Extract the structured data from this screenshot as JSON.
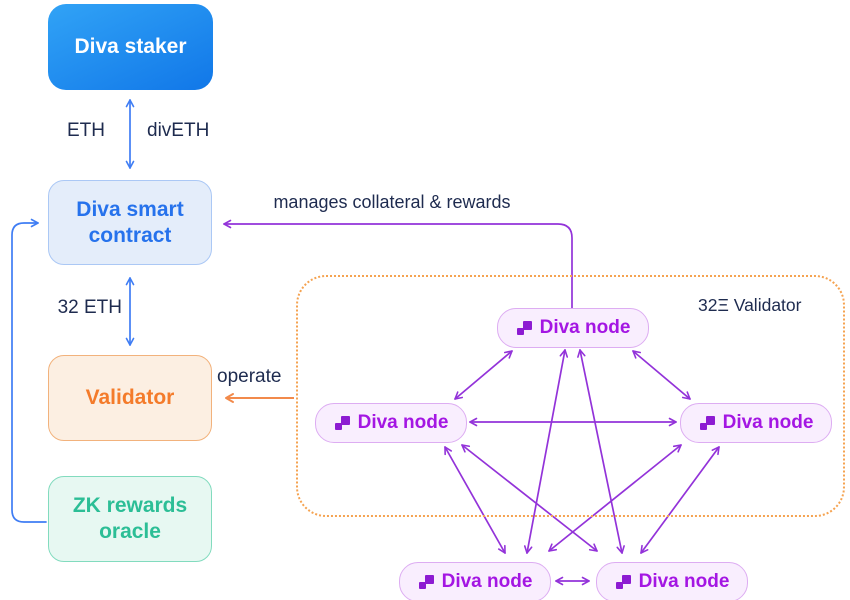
{
  "title": "Diva staking architecture diagram",
  "colors": {
    "staker_gradient_start": "#31a3f6",
    "staker_gradient_end": "#1177e8",
    "blue_arrow": "#3f7df4",
    "smart_contract_text": "#2672ec",
    "validator_text": "#f47b2a",
    "oracle_text": "#2cbe96",
    "purple_arrow": "#9333d9",
    "node_text": "#a416e3",
    "cluster_border": "#f5a351",
    "orange_arrow": "#f28a4b",
    "label_text": "#1e2b4f"
  },
  "boxes": {
    "staker": {
      "label": "Diva staker"
    },
    "smart_contract": {
      "line1": "Diva smart",
      "line2": "contract"
    },
    "validator": {
      "label": "Validator"
    },
    "oracle": {
      "line1": "ZK rewards",
      "line2": "oracle"
    }
  },
  "labels": {
    "eth": "ETH",
    "diveth": "divETH",
    "thirty_two_eth": "32 ETH",
    "manages": "manages collateral & rewards",
    "operate": "operate",
    "cluster_title": "32Ξ Validator"
  },
  "cluster": {
    "node_label": "Diva node",
    "node_count": 5
  }
}
